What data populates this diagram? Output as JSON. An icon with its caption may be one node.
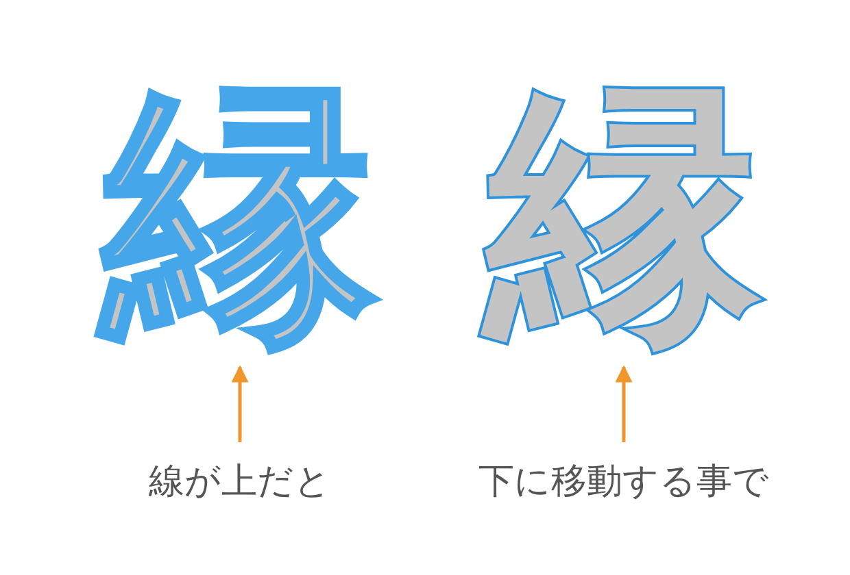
{
  "diagram": {
    "nodes": [
      {
        "text": [
          "縁"
        ]
      },
      {
        "text": [
          "縁"
        ]
      },
      {
        "text": [
          "線が上だと"
        ]
      },
      {
        "text": [
          "下に移動する事で"
        ]
      }
    ],
    "edges": [
      {
        "from": 2,
        "to": 0,
        "arrow": "to"
      },
      {
        "from": 3,
        "to": 1,
        "arrow": "to"
      }
    ]
  }
}
